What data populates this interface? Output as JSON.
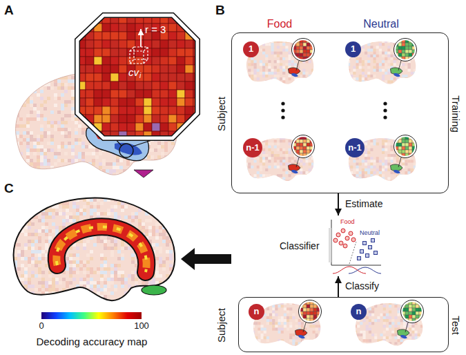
{
  "diagram": {
    "nodes": [
      {
        "text": [
          "Subject",
          "Training"
        ]
      },
      {
        "text": [
          "1"
        ],
        "in": 0
      },
      {
        "text": [
          "1"
        ],
        "in": 0
      },
      {
        "text": [
          "n-1"
        ],
        "in": 0
      },
      {
        "text": [
          "n-1"
        ],
        "in": 0
      },
      {
        "text": [
          "Classifier"
        ]
      },
      {
        "text": [
          "Subject",
          "Test"
        ]
      },
      {
        "text": [
          "n"
        ],
        "in": 6
      },
      {
        "text": [
          "n"
        ],
        "in": 6
      }
    ],
    "edges": [
      {
        "from": 0,
        "to": 5,
        "arrow": "to",
        "label": "Estimate"
      },
      {
        "from": 6,
        "to": 5,
        "arrow": "to",
        "label": "Classify"
      }
    ],
    "labels": [
      "A",
      "r = 3",
      "cv",
      "i",
      "B",
      "Food",
      "Neutral",
      "Food",
      "Neutral",
      "C",
      "0",
      "100",
      "Decoding accuracy map"
    ]
  }
}
